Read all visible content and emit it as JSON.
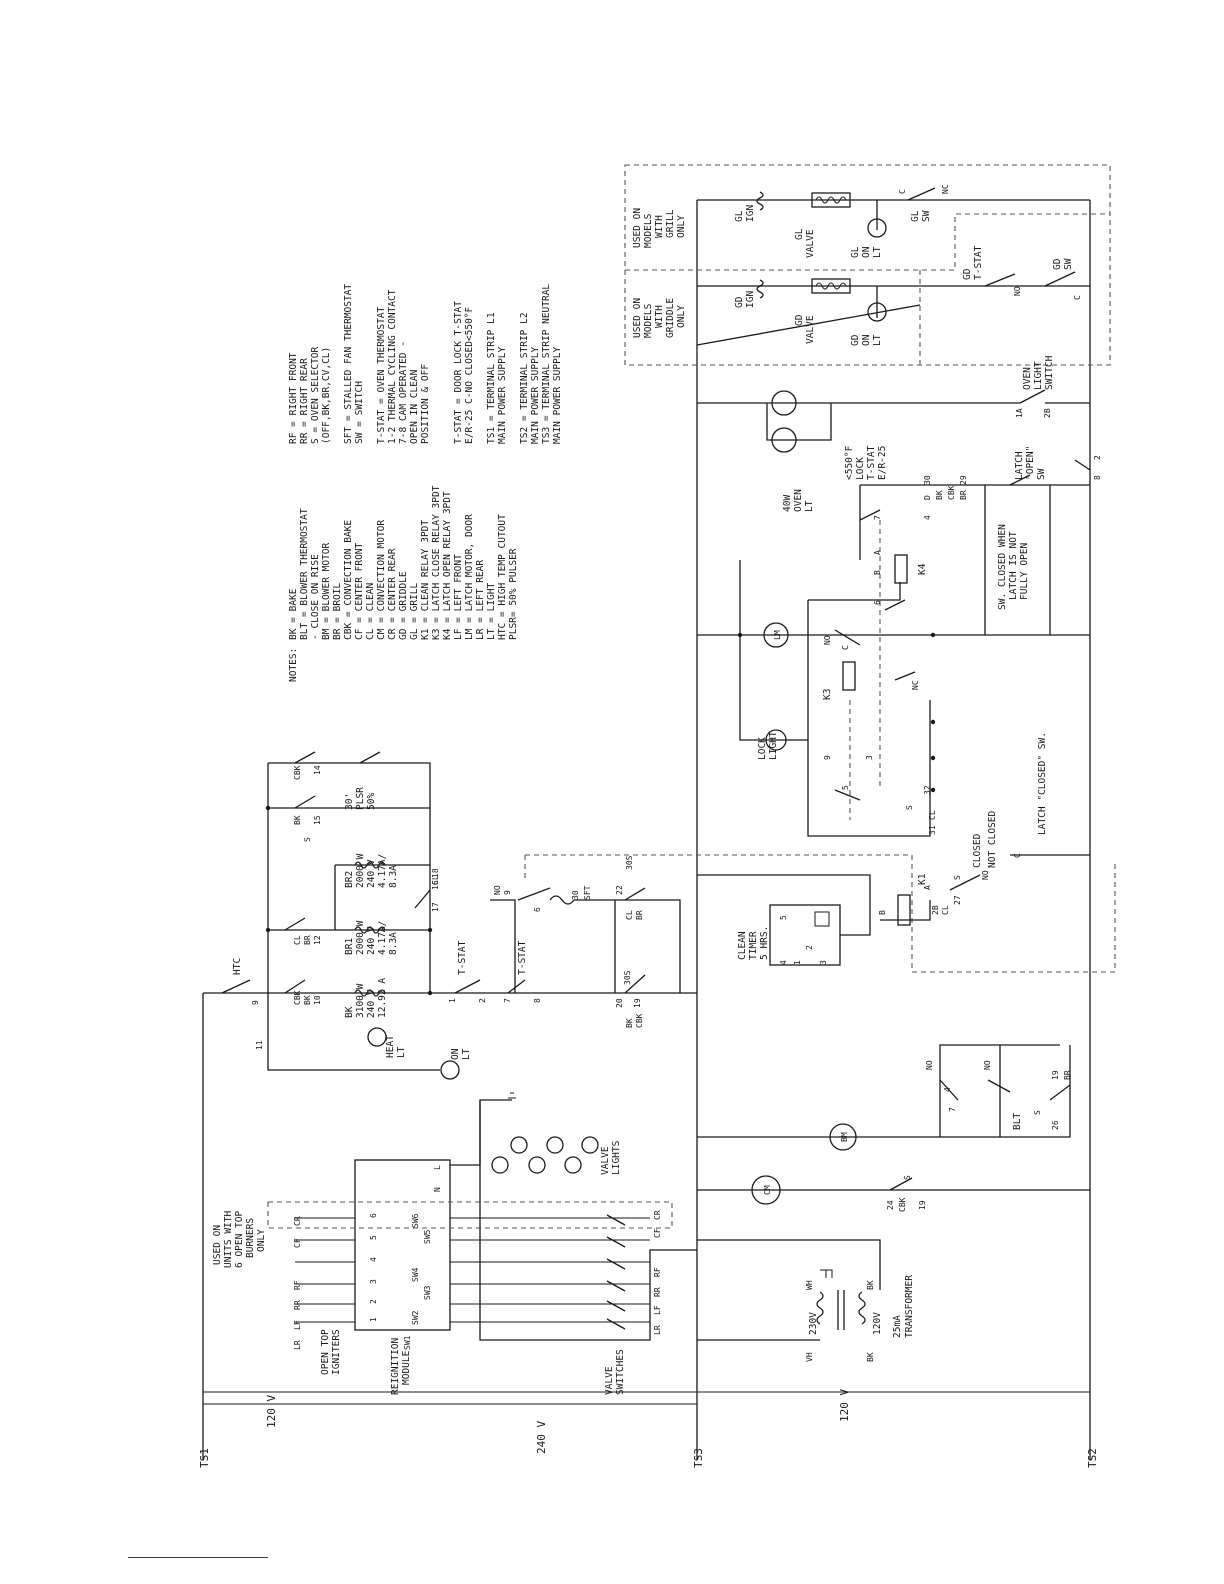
{
  "terminals": {
    "ts1": "TS1",
    "ts2": "TS2",
    "ts3": "TS3"
  },
  "voltages": {
    "v120_left": "120 V",
    "v120_right": "120 V",
    "v240": "240 V"
  },
  "notes": {
    "title": "NOTES:",
    "col1": [
      "BK  = BAKE",
      "BLT = BLOWER THERMOSTAT",
      "      - CLOSE ON RISE",
      "BM  = BLOWER MOTOR",
      "BR  = BROIL",
      "CBK = CONVECTION BAKE",
      "CF  = CENTER FRONT",
      "CL  = CLEAN",
      "CM  = CONVECTION MOTOR",
      "CR  = CENTER REAR",
      "GD  = GRIDDLE",
      "GL  = GRILL",
      "K1  = CLEAN RELAY 3PDT",
      "K3  = LATCH CLOSE RELAY 3PDT",
      "K4  = LATCH OPEN RELAY 3PDT",
      "LF  = LEFT FRONT",
      "LM  = LATCH MOTOR, DOOR",
      "LR  = LEFT REAR",
      "LT  = LIGHT",
      "HTC = HIGH TEMP CUTOUT",
      "PLSR= 50% PULSER"
    ],
    "col2": [
      "RF  = RIGHT FRONT",
      "RR  = RIGHT REAR",
      "S   = OVEN SELECTOR",
      "      (OFF,BK,BR,CV,CL)",
      "SFT = STALLED FAN THERMOSTAT",
      "SW  = SWITCH",
      "",
      "T-STAT = OVEN THERMOSTAT",
      "   1-2 THERMAL CYCLING CONTACT",
      "   7-8 CAM OPERATED -",
      "       OPEN IN CLEAN",
      "       POSITION & OFF",
      "",
      "T-STAT = DOOR LOCK T-STAT",
      "E/R-25   C-NO CLOSED<550°F",
      "",
      "TS1  = TERMINAL STRIP L1",
      "       MAIN POWER SUPPLY",
      "TS2  = TERMINAL STRIP L2",
      "       MAIN POWER SUPPLY",
      "TS3  = TERMINAL STRIP NEUTRAL",
      "       MAIN POWER SUPPLY"
    ]
  },
  "grill_box": {
    "used_on": [
      "USED ON",
      "MODELS",
      "WITH",
      "GRILL",
      "ONLY"
    ],
    "ign": [
      "GL",
      "IGN"
    ],
    "valve": [
      "GL",
      "VALVE"
    ],
    "on_lt": [
      "GL",
      "ON",
      "LT"
    ],
    "sw": [
      "GL",
      "SW"
    ],
    "c": "C",
    "nc": "NC"
  },
  "griddle_box": {
    "used_on": [
      "USED ON",
      "MODELS",
      "WITH",
      "GRIDDLE",
      "ONLY"
    ],
    "ign": [
      "GD",
      "IGN"
    ],
    "valve": [
      "GD",
      "VALVE"
    ],
    "on_lt": [
      "GD",
      "ON",
      "LT"
    ],
    "tstat": [
      "GD",
      "T-STAT"
    ],
    "sw": [
      "GD",
      "SW"
    ],
    "c": "C",
    "no": "NO"
  },
  "oven_light": {
    "lamp": [
      "40W",
      "OVEN",
      "LT"
    ],
    "switch": [
      "OVEN",
      "LIGHT",
      "SWITCH"
    ],
    "t1a": "1A",
    "t2b": "2B"
  },
  "door_lock": {
    "lock_tstat": [
      "<550°F",
      "LOCK",
      "T-STAT",
      "E/R-25"
    ],
    "latch_open_sw": [
      "LATCH",
      "\"OPEN\"",
      "SW"
    ],
    "sw_closed_note": [
      "SW. CLOSED WHEN",
      "LATCH IS NOT",
      "FULLY OPEN"
    ],
    "latch_closed_sw": "LATCH \"CLOSED\" SW.",
    "closed_labels": [
      "CLOSED",
      "NOT CLOSED"
    ],
    "k4": "K4",
    "k3": "K3",
    "lm": "LM",
    "lock_light": [
      "LOCK",
      "LIGHT"
    ],
    "nums": [
      "30",
      "29",
      "8",
      "2",
      "7",
      "6",
      "4",
      "3",
      "9",
      "5",
      "31",
      "32"
    ],
    "words": [
      "NO",
      "NC",
      "C",
      "S",
      "A",
      "B",
      "D",
      "BK",
      "CBK",
      "BR",
      "CL"
    ]
  },
  "clean": {
    "timer": [
      "CLEAN",
      "TIMER",
      "5 HRS."
    ],
    "k1": "K1",
    "terms": [
      "1",
      "2",
      "3",
      "4",
      "5"
    ],
    "t27": "27",
    "t2b": "2B",
    "cl": "CL",
    "s": "S",
    "no": "NO",
    "c": "C",
    "a": "A",
    "b": "B"
  },
  "blower": {
    "bm": "BM",
    "blt": "BLT",
    "no": "NO",
    "t4": "4",
    "t7": "7",
    "t19": "19",
    "t26": "26",
    "br": "BR",
    "s": "S"
  },
  "conv": {
    "cm": "CM",
    "t24": "24",
    "cbk": "CBK",
    "t19": "19",
    "s": "S"
  },
  "transformer": {
    "v230": "230V",
    "v120": "120V",
    "ma": "25mA",
    "name": "TRANSFORMER",
    "wh": "WH",
    "bk": "BK",
    "vh": "VH"
  },
  "reignition": {
    "used_on": [
      "USED ON",
      "UNITS WITH",
      "6 OPEN TOP",
      "BURNERS",
      "ONLY"
    ],
    "igniters": [
      "OPEN TOP",
      "IGNITERS"
    ],
    "module": [
      "REIGNITION",
      "MODULE"
    ],
    "valve_switches": [
      "VALVE",
      "SWITCHES"
    ],
    "valve_lights": [
      "VALVE",
      "LIGHTS"
    ],
    "burners": [
      "LR",
      "LF",
      "RR",
      "RF",
      "CF",
      "CR"
    ],
    "sw": [
      "SW1",
      "SW2",
      "SW3",
      "SW4",
      "SW5",
      "SW6"
    ],
    "nums": [
      "1",
      "2",
      "3",
      "4",
      "5",
      "6"
    ],
    "l": "L",
    "n": "N"
  },
  "oven_circuit": {
    "htc": "HTC",
    "bk_elem": [
      "BK",
      "3100 W",
      "240 V",
      "12.92 A"
    ],
    "br1": [
      "BR1",
      "2000 W",
      "240 V",
      "4.17A/",
      "8.3A"
    ],
    "br2": [
      "BR2",
      "2000 W",
      "240 V",
      "4.17A/",
      "8.3A"
    ],
    "tstat": "T-STAT",
    "heat_lt": [
      "HEAT",
      "LT"
    ],
    "on_lt": [
      "ON",
      "LT"
    ],
    "pulser": [
      "30'",
      "PLSR",
      "50%"
    ],
    "sft": [
      "30",
      "SFT"
    ],
    "nums": [
      "9",
      "10",
      "11",
      "12",
      "14",
      "15",
      "16",
      "17",
      "18",
      "1",
      "2",
      "7",
      "8",
      "6",
      "19",
      "20",
      "22"
    ],
    "words": [
      "CBK",
      "BK",
      "CL",
      "BR",
      "S",
      "NO",
      "30S",
      "BK",
      "CBK"
    ]
  }
}
